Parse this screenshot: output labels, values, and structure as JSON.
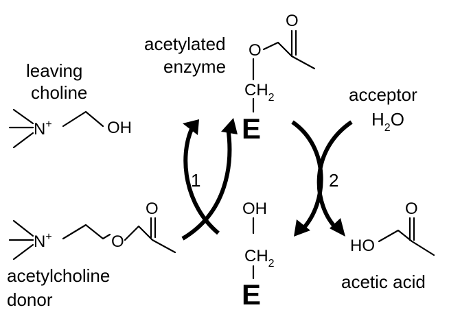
{
  "labels": {
    "acetylated": "acetylated",
    "enzyme": "enzyme",
    "leaving": "leaving",
    "choline": "choline",
    "acceptor": "acceptor",
    "h2o_h": "H",
    "h2o_sub": "2",
    "h2o_o": "O",
    "step1": "1",
    "step2": "2",
    "acetylcholine": "acetylcholine",
    "donor": "donor",
    "acetic_acid": "acetic acid"
  },
  "atoms": {
    "O": "O",
    "OH": "OH",
    "HO": "HO",
    "CH": "CH",
    "two": "2",
    "N": "N",
    "plus": "+",
    "E": "E"
  }
}
